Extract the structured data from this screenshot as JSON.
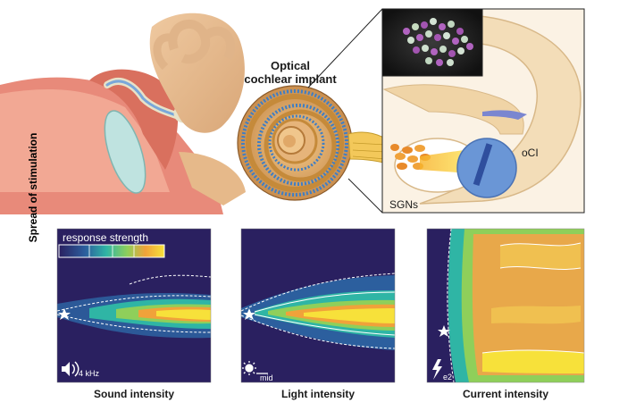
{
  "top_figure": {
    "implant_title": "Optical\ncochlear implant",
    "sgn_label": "SGNs",
    "oci_label": "oCI"
  },
  "heatmaps": {
    "y_axis_label": "Spread of stimulation",
    "colorbar_label": "response strength",
    "colors": {
      "dark": "#2a2060",
      "mid": "#2c6f9e",
      "teal": "#2fb5a5",
      "green": "#8fcf5a",
      "orange": "#f0a23a",
      "yellow": "#f7e13a"
    },
    "panels": [
      {
        "caption": "Sound intensity",
        "icon": "speaker-icon",
        "icon_text": "4 kHz"
      },
      {
        "caption": "Light intensity",
        "icon": "sun-icon",
        "icon_text": "mid"
      },
      {
        "caption": "Current intensity",
        "icon": "lightning-icon",
        "icon_text": "e2"
      }
    ]
  }
}
